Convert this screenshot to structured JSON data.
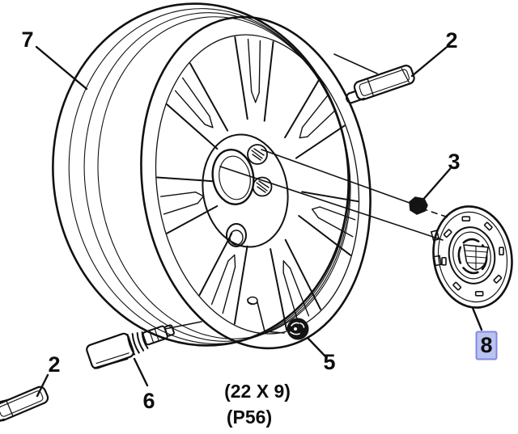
{
  "figure": {
    "type": "exploded-parts-diagram",
    "subject": "wheel-assembly",
    "callouts": {
      "tire_wheel": "7",
      "weight_upper": "2",
      "cap_nut": "3",
      "wheel_nut": "5",
      "pressure_sensor": "6",
      "weight_lower": "2",
      "hub_cap": "8"
    },
    "captions": {
      "wheel_size": "(22 X 9)",
      "option_code": "(P56)"
    },
    "colors": {
      "line": "#111111",
      "background": "#ffffff",
      "highlight_fill": "#b9c3ef",
      "highlight_border": "#8289e0",
      "highlight_text": "#20304f"
    }
  }
}
